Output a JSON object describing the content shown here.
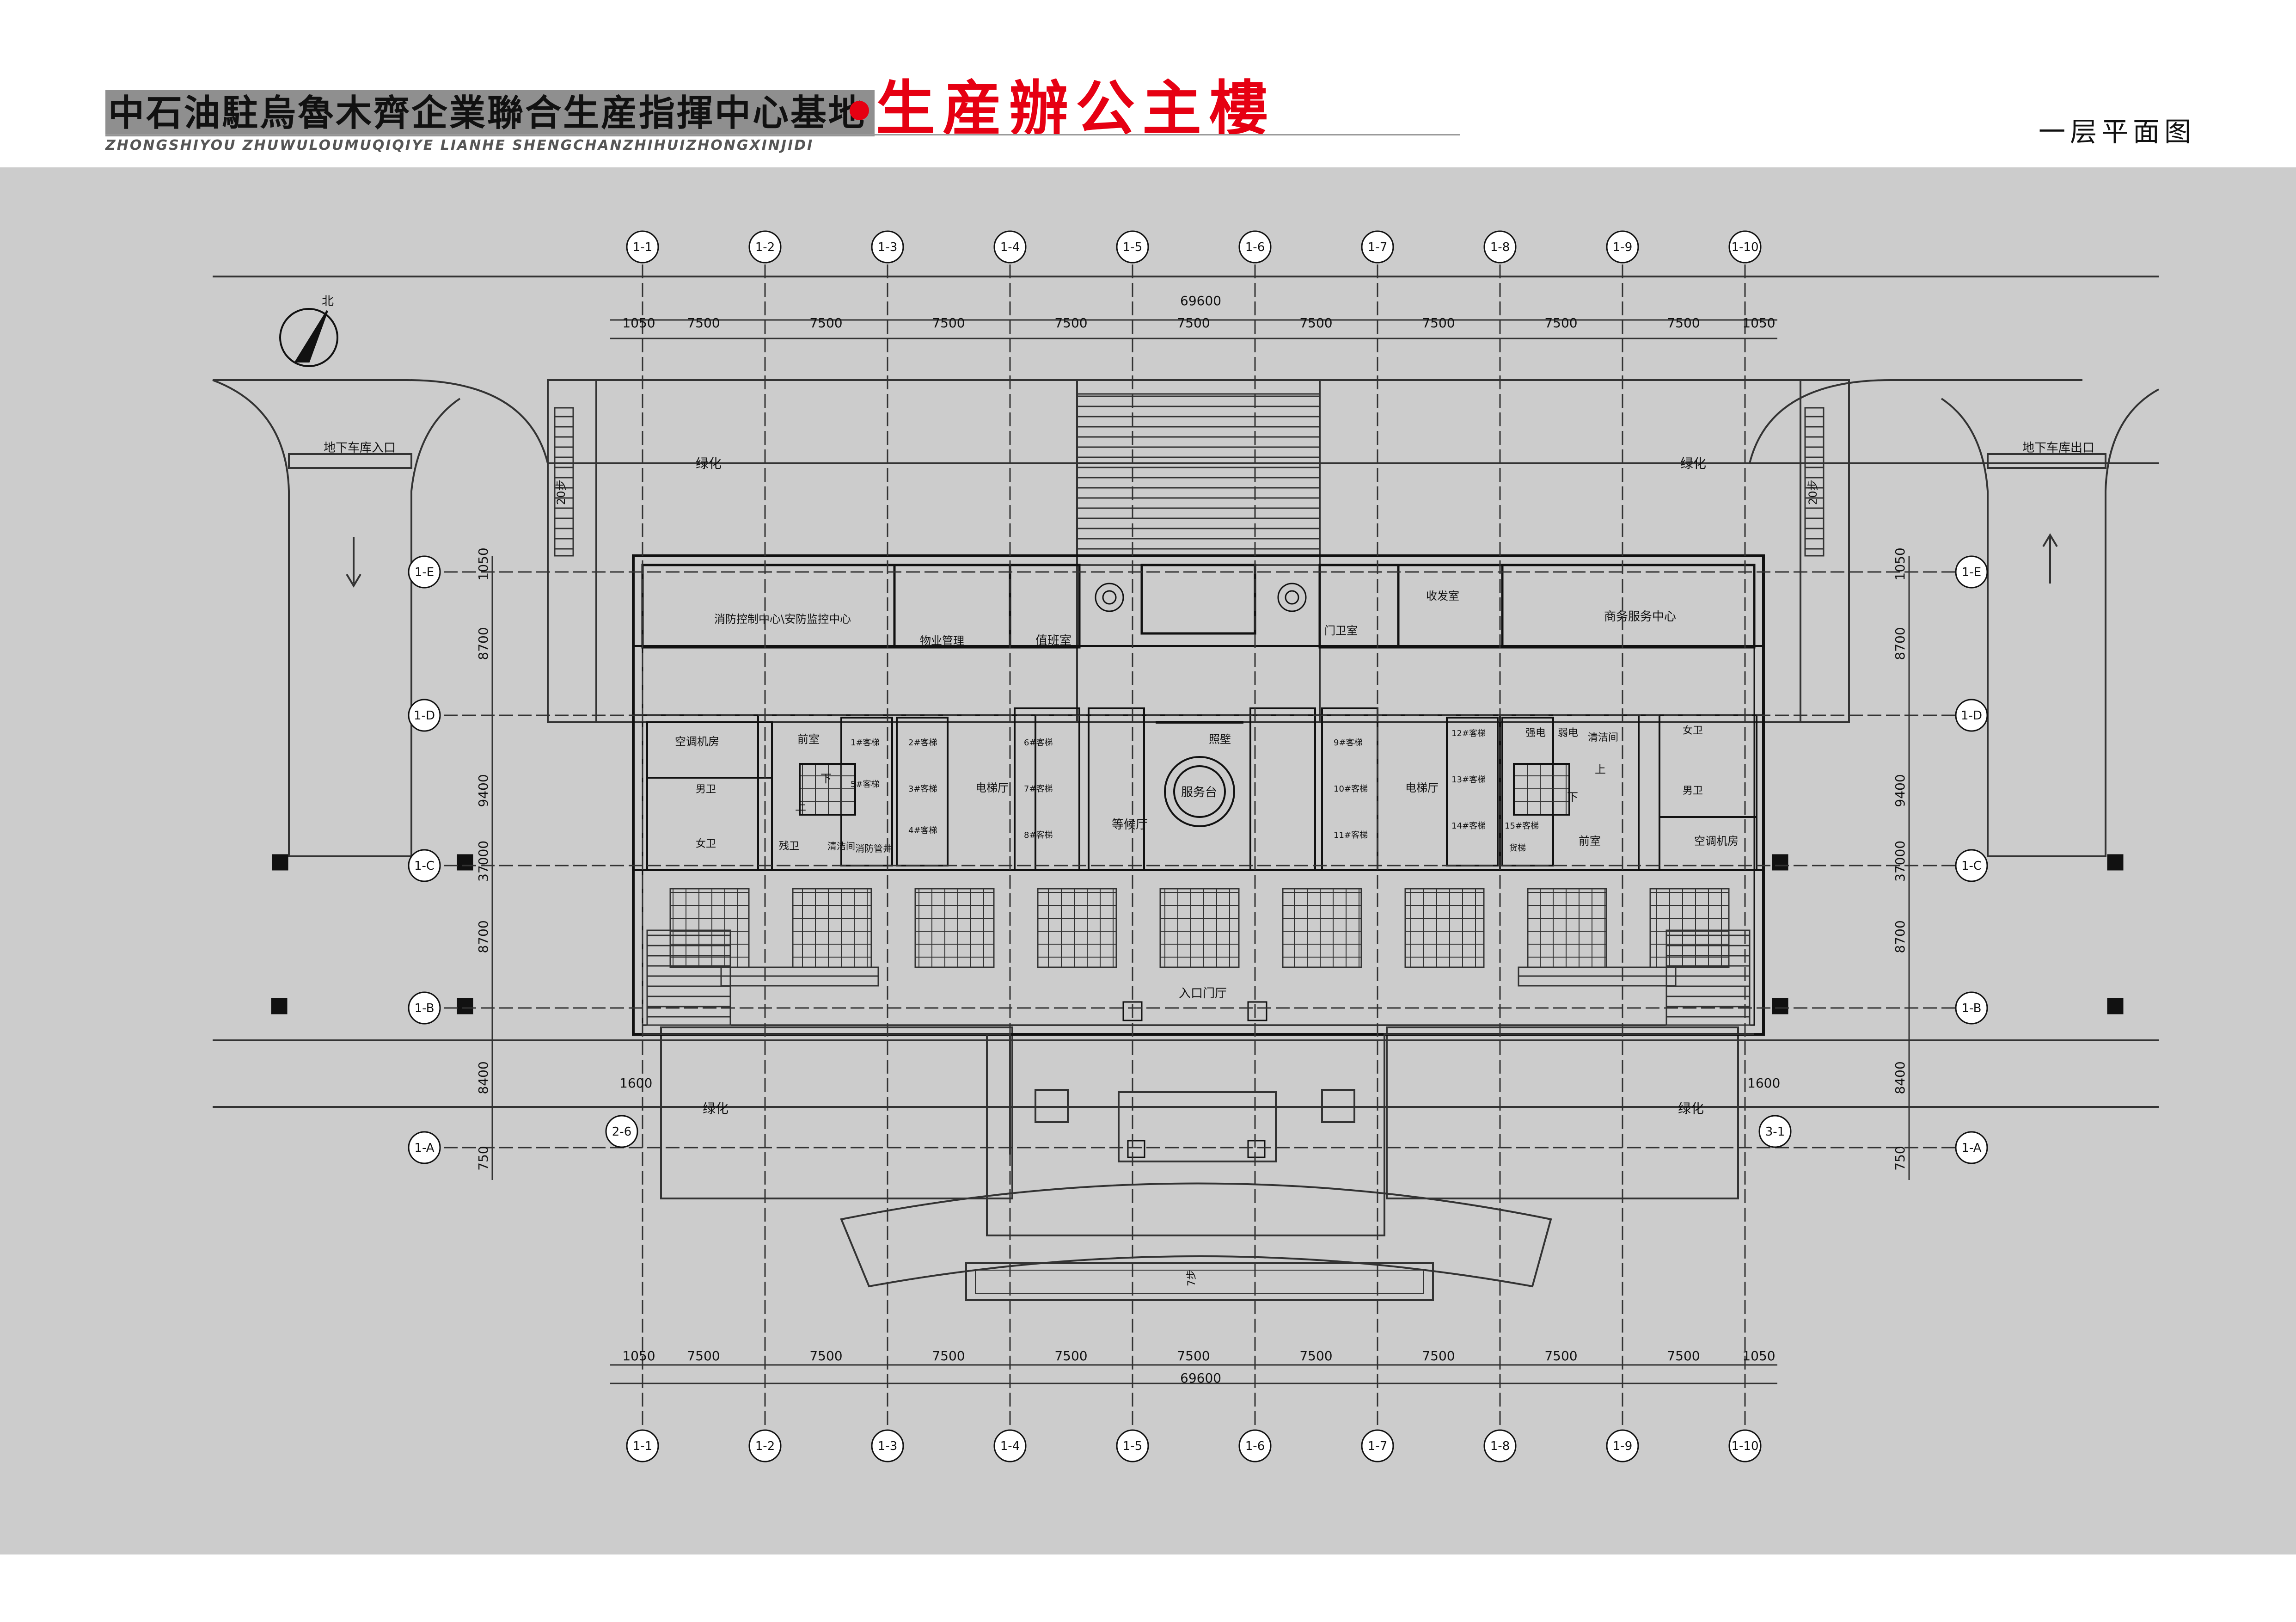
{
  "header": {
    "title_main": "中石油駐烏魯木齊企業聯合生産指揮中心基地",
    "title_sub": "生産辦公主樓",
    "pinyin": "ZHONGSHIYOU ZHUWULOUMUQIQIYE LIANHE SHENGCHANZHIHUIZHONGXINJIDI",
    "sheet_title": "一层平面图"
  },
  "colors": {
    "title_red": "#e60012",
    "bg_gray": "#cccccc",
    "title_band": "#8f8f8f",
    "ink": "#111111"
  },
  "plan": {
    "north_label": "北",
    "axes_x": [
      "1-1",
      "1-2",
      "1-3",
      "1-4",
      "1-5",
      "1-6",
      "1-7",
      "1-8",
      "1-9",
      "1-10"
    ],
    "axes_y": [
      "1-E",
      "1-D",
      "1-C",
      "1-B",
      "1-A"
    ],
    "axis_aux_left": "2-6",
    "axis_aux_right": "3-1",
    "dims_top_total": "69600",
    "dims_top": [
      "1050",
      "7500",
      "7500",
      "7500",
      "7500",
      "7500",
      "7500",
      "7500",
      "7500",
      "7500",
      "1050"
    ],
    "dims_bottom": [
      "1050",
      "7500",
      "7500",
      "7500",
      "7500",
      "7500",
      "7500",
      "7500",
      "7500",
      "7500",
      "1050"
    ],
    "dims_bottom_total": "69600",
    "dims_left": [
      "1050",
      "8700",
      "9400",
      "8700",
      "8400",
      "750"
    ],
    "dims_right": [
      "1050",
      "8700",
      "9400",
      "8700",
      "8400",
      "750"
    ],
    "dims_total_vertical": "37000",
    "dim_1600_left": "1600",
    "dim_1600_right": "1600",
    "ramp_left": "地下车库入口",
    "ramp_right": "地下车库出口",
    "green_tl": "绿化",
    "green_tr": "绿化",
    "green_bl": "绿化",
    "green_br": "绿化",
    "stair_20_left": "20步",
    "stair_20_right": "20步",
    "step_label": "7步",
    "rooms": {
      "fire_control": "消防控制中心\\安防监控中心",
      "property": "物业管理",
      "duty": "值班室",
      "guard": "门卫室",
      "mail": "收发室",
      "business": "商务服务中心",
      "ac_left": "空调机房",
      "ac_right": "空调机房",
      "front_left": "前室",
      "front_right": "前室",
      "elevator_hall_left": "电梯厅",
      "elevator_hall_right": "电梯厅",
      "waiting": "等候厅",
      "service_desk": "服务台",
      "screen_wall": "照壁",
      "entrance_hall": "入口门厅",
      "toilet_m_left": "男卫",
      "toilet_f_left": "女卫",
      "toilet_m_right": "男卫",
      "toilet_f_right": "女卫",
      "disabled_wc": "残卫",
      "cleaning_left": "清洁间",
      "cleaning_right": "清洁间",
      "fire_pipe": "消防管井",
      "strong_elec": "强电",
      "weak_elec": "弱电",
      "up": "上",
      "down": "下"
    },
    "elevators_left": [
      "1#客梯",
      "2#客梯",
      "3#客梯",
      "4#客梯",
      "5#客梯"
    ],
    "elevators_center_left": [
      "6#客梯",
      "7#客梯",
      "8#客梯"
    ],
    "elevators_center_right": [
      "9#客梯",
      "10#客梯",
      "11#客梯"
    ],
    "elevators_right": [
      "12#客梯",
      "13#客梯",
      "14#客梯",
      "15#客梯",
      "货梯"
    ]
  }
}
